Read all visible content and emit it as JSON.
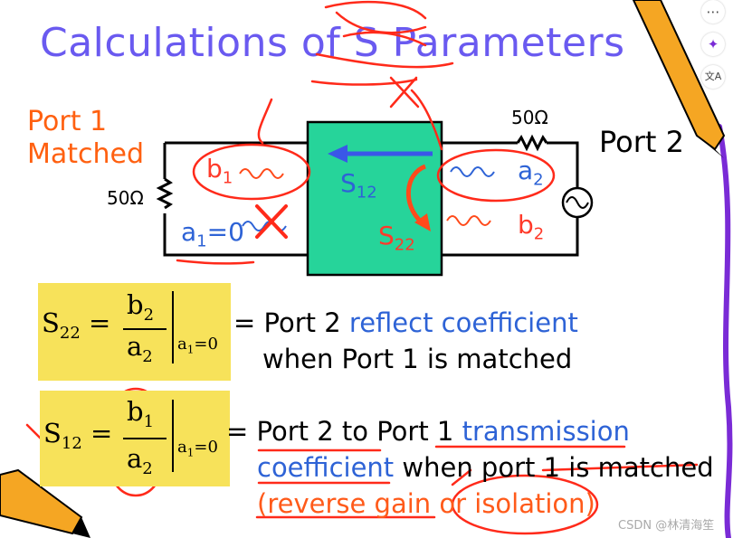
{
  "title": "Calculations of S Parameters",
  "left_port": {
    "line1": "Port 1",
    "line2": "Matched",
    "resistor": "50Ω"
  },
  "right_port": {
    "label": "Port 2",
    "resistor": "50Ω"
  },
  "block": {
    "s12": "S",
    "s12_sub": "12",
    "s22": "S",
    "s22_sub": "22"
  },
  "waves": {
    "b1": "b",
    "b1_sub": "1",
    "a1": "a",
    "a1_sub": "1",
    "a1_val": "=0",
    "a2": "a",
    "a2_sub": "2",
    "b2": "b",
    "b2_sub": "2"
  },
  "eq1": {
    "lhs": "S",
    "lhs_sub": "22",
    "num": "b",
    "num_sub": "2",
    "den": "a",
    "den_sub": "2",
    "cond_a": "a",
    "cond_sub": "1",
    "cond_val": "=0",
    "desc_prefix": "= Port 2 ",
    "desc_blue": "reflect coefficient",
    "desc_line2": "when Port 1 is matched"
  },
  "eq2": {
    "lhs": "S",
    "lhs_sub": "12",
    "num": "b",
    "num_sub": "1",
    "den": "a",
    "den_sub": "2",
    "cond_a": "a",
    "cond_sub": "1",
    "cond_val": "=0",
    "desc_prefix": "= Port 2 to Port 1 ",
    "desc_blue": "transmission",
    "desc_line2_blue": "coefficient",
    "desc_line2_rest": " when port 1 is matched",
    "desc_line3_red": "(reverse gain or isolation)"
  },
  "toolbar": {
    "items": [
      "⋯",
      "✦",
      "文A"
    ]
  },
  "watermark": "CSDN @林清海笙",
  "colors": {
    "title": "#6a5af0",
    "port1": "#ff6010",
    "block": "#26d49a",
    "highlight": "#f7e25a",
    "blue_text": "#2e63d6",
    "ink": "#ff2a1a"
  }
}
